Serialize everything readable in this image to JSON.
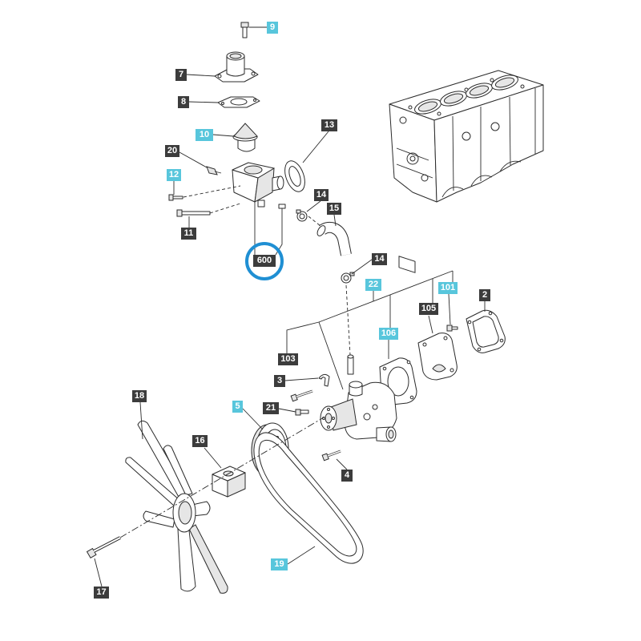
{
  "diagram": {
    "callouts": [
      {
        "label": "9",
        "kind": "highlight"
      },
      {
        "label": "7",
        "kind": "standard"
      },
      {
        "label": "8",
        "kind": "standard"
      },
      {
        "label": "10",
        "kind": "highlight"
      },
      {
        "label": "13",
        "kind": "standard"
      },
      {
        "label": "20",
        "kind": "standard"
      },
      {
        "label": "12",
        "kind": "highlight"
      },
      {
        "label": "14",
        "kind": "standard"
      },
      {
        "label": "15",
        "kind": "standard"
      },
      {
        "label": "11",
        "kind": "standard"
      },
      {
        "label": "600",
        "kind": "standard",
        "selected": true
      },
      {
        "label": "14",
        "kind": "standard"
      },
      {
        "label": "22",
        "kind": "highlight"
      },
      {
        "label": "101",
        "kind": "highlight"
      },
      {
        "label": "2",
        "kind": "standard"
      },
      {
        "label": "105",
        "kind": "standard"
      },
      {
        "label": "106",
        "kind": "highlight"
      },
      {
        "label": "103",
        "kind": "standard"
      },
      {
        "label": "3",
        "kind": "standard"
      },
      {
        "label": "18",
        "kind": "standard"
      },
      {
        "label": "5",
        "kind": "highlight"
      },
      {
        "label": "21",
        "kind": "standard"
      },
      {
        "label": "16",
        "kind": "standard"
      },
      {
        "label": "4",
        "kind": "standard"
      },
      {
        "label": "19",
        "kind": "highlight"
      },
      {
        "label": "17",
        "kind": "standard"
      }
    ]
  },
  "colors": {
    "standard": "#3c3c3c",
    "highlight": "#58c6dc",
    "selection_ring": "#1f8fd3",
    "line": "#2b2b2b",
    "background": "#ffffff"
  }
}
